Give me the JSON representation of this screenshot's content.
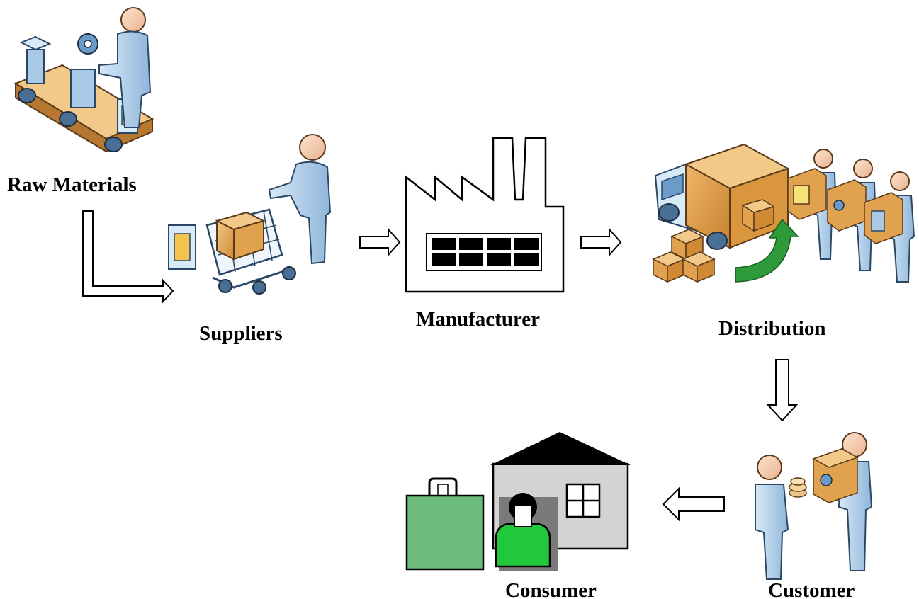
{
  "diagram": {
    "nodes": {
      "raw_materials": {
        "label": "Raw Materials"
      },
      "suppliers": {
        "label": "Suppliers"
      },
      "manufacturer": {
        "label": "Manufacturer"
      },
      "distribution": {
        "label": "Distribution"
      },
      "customer": {
        "label": "Customer"
      },
      "consumer": {
        "label": "Consumer"
      }
    },
    "flow": [
      "Raw Materials",
      "Suppliers",
      "Manufacturer",
      "Distribution",
      "Customer",
      "Consumer"
    ]
  },
  "colors": {
    "person_skin": "#f2c7a8",
    "person_body": "#a9c9e6",
    "box_orange": "#e0a24e",
    "green_arrow": "#2e9a3a",
    "bag_green": "#6dbb7c",
    "consumer_green": "#22c83c",
    "house_gray": "#d3d3d3"
  }
}
